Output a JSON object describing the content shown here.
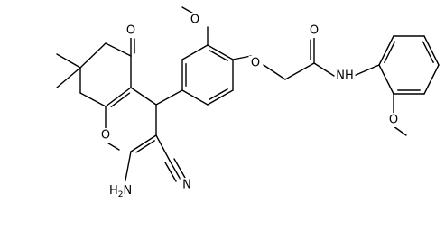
{
  "structure": {
    "atom_labels": {
      "ketone_o": "O",
      "ring_o": "O",
      "methoxy_o": "O",
      "ether_o": "O",
      "amide_o": "O",
      "nh": "NH",
      "anisole_o": "O",
      "nitrile_n": "N",
      "amino_n": "H",
      "amino_sub": "2",
      "amino_n2": "N"
    }
  }
}
